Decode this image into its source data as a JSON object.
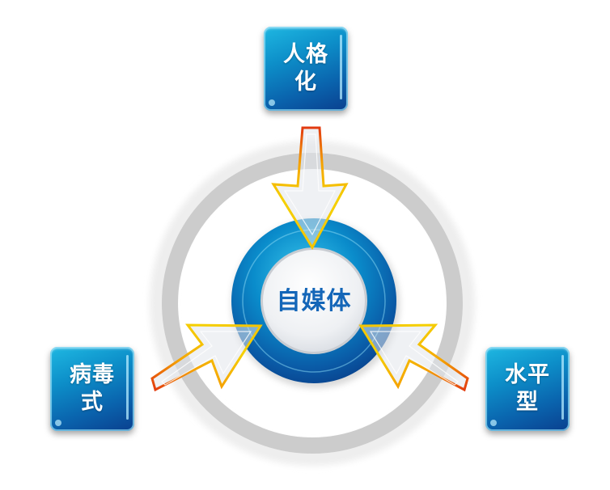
{
  "diagram": {
    "center": {
      "label": "自媒体"
    },
    "nodes": [
      {
        "id": "top",
        "label_line1": "人格",
        "label_line2": "化"
      },
      {
        "id": "left",
        "label_line1": "病毒",
        "label_line2": "式"
      },
      {
        "id": "right",
        "label_line1": "水平",
        "label_line2": "型"
      }
    ],
    "colors": {
      "box_light": "#1fb8e2",
      "box_dark": "#0a3f8e",
      "ring_blue": "#0a6fb5",
      "ring_grey": "#cccccc",
      "center_text": "#1466b8",
      "arrow_outline_yellow": "#f5c400",
      "arrow_outline_red": "#e23a10"
    },
    "arrows": [
      {
        "from": "top",
        "to": "center"
      },
      {
        "from": "left",
        "to": "center"
      },
      {
        "from": "right",
        "to": "center"
      }
    ]
  }
}
